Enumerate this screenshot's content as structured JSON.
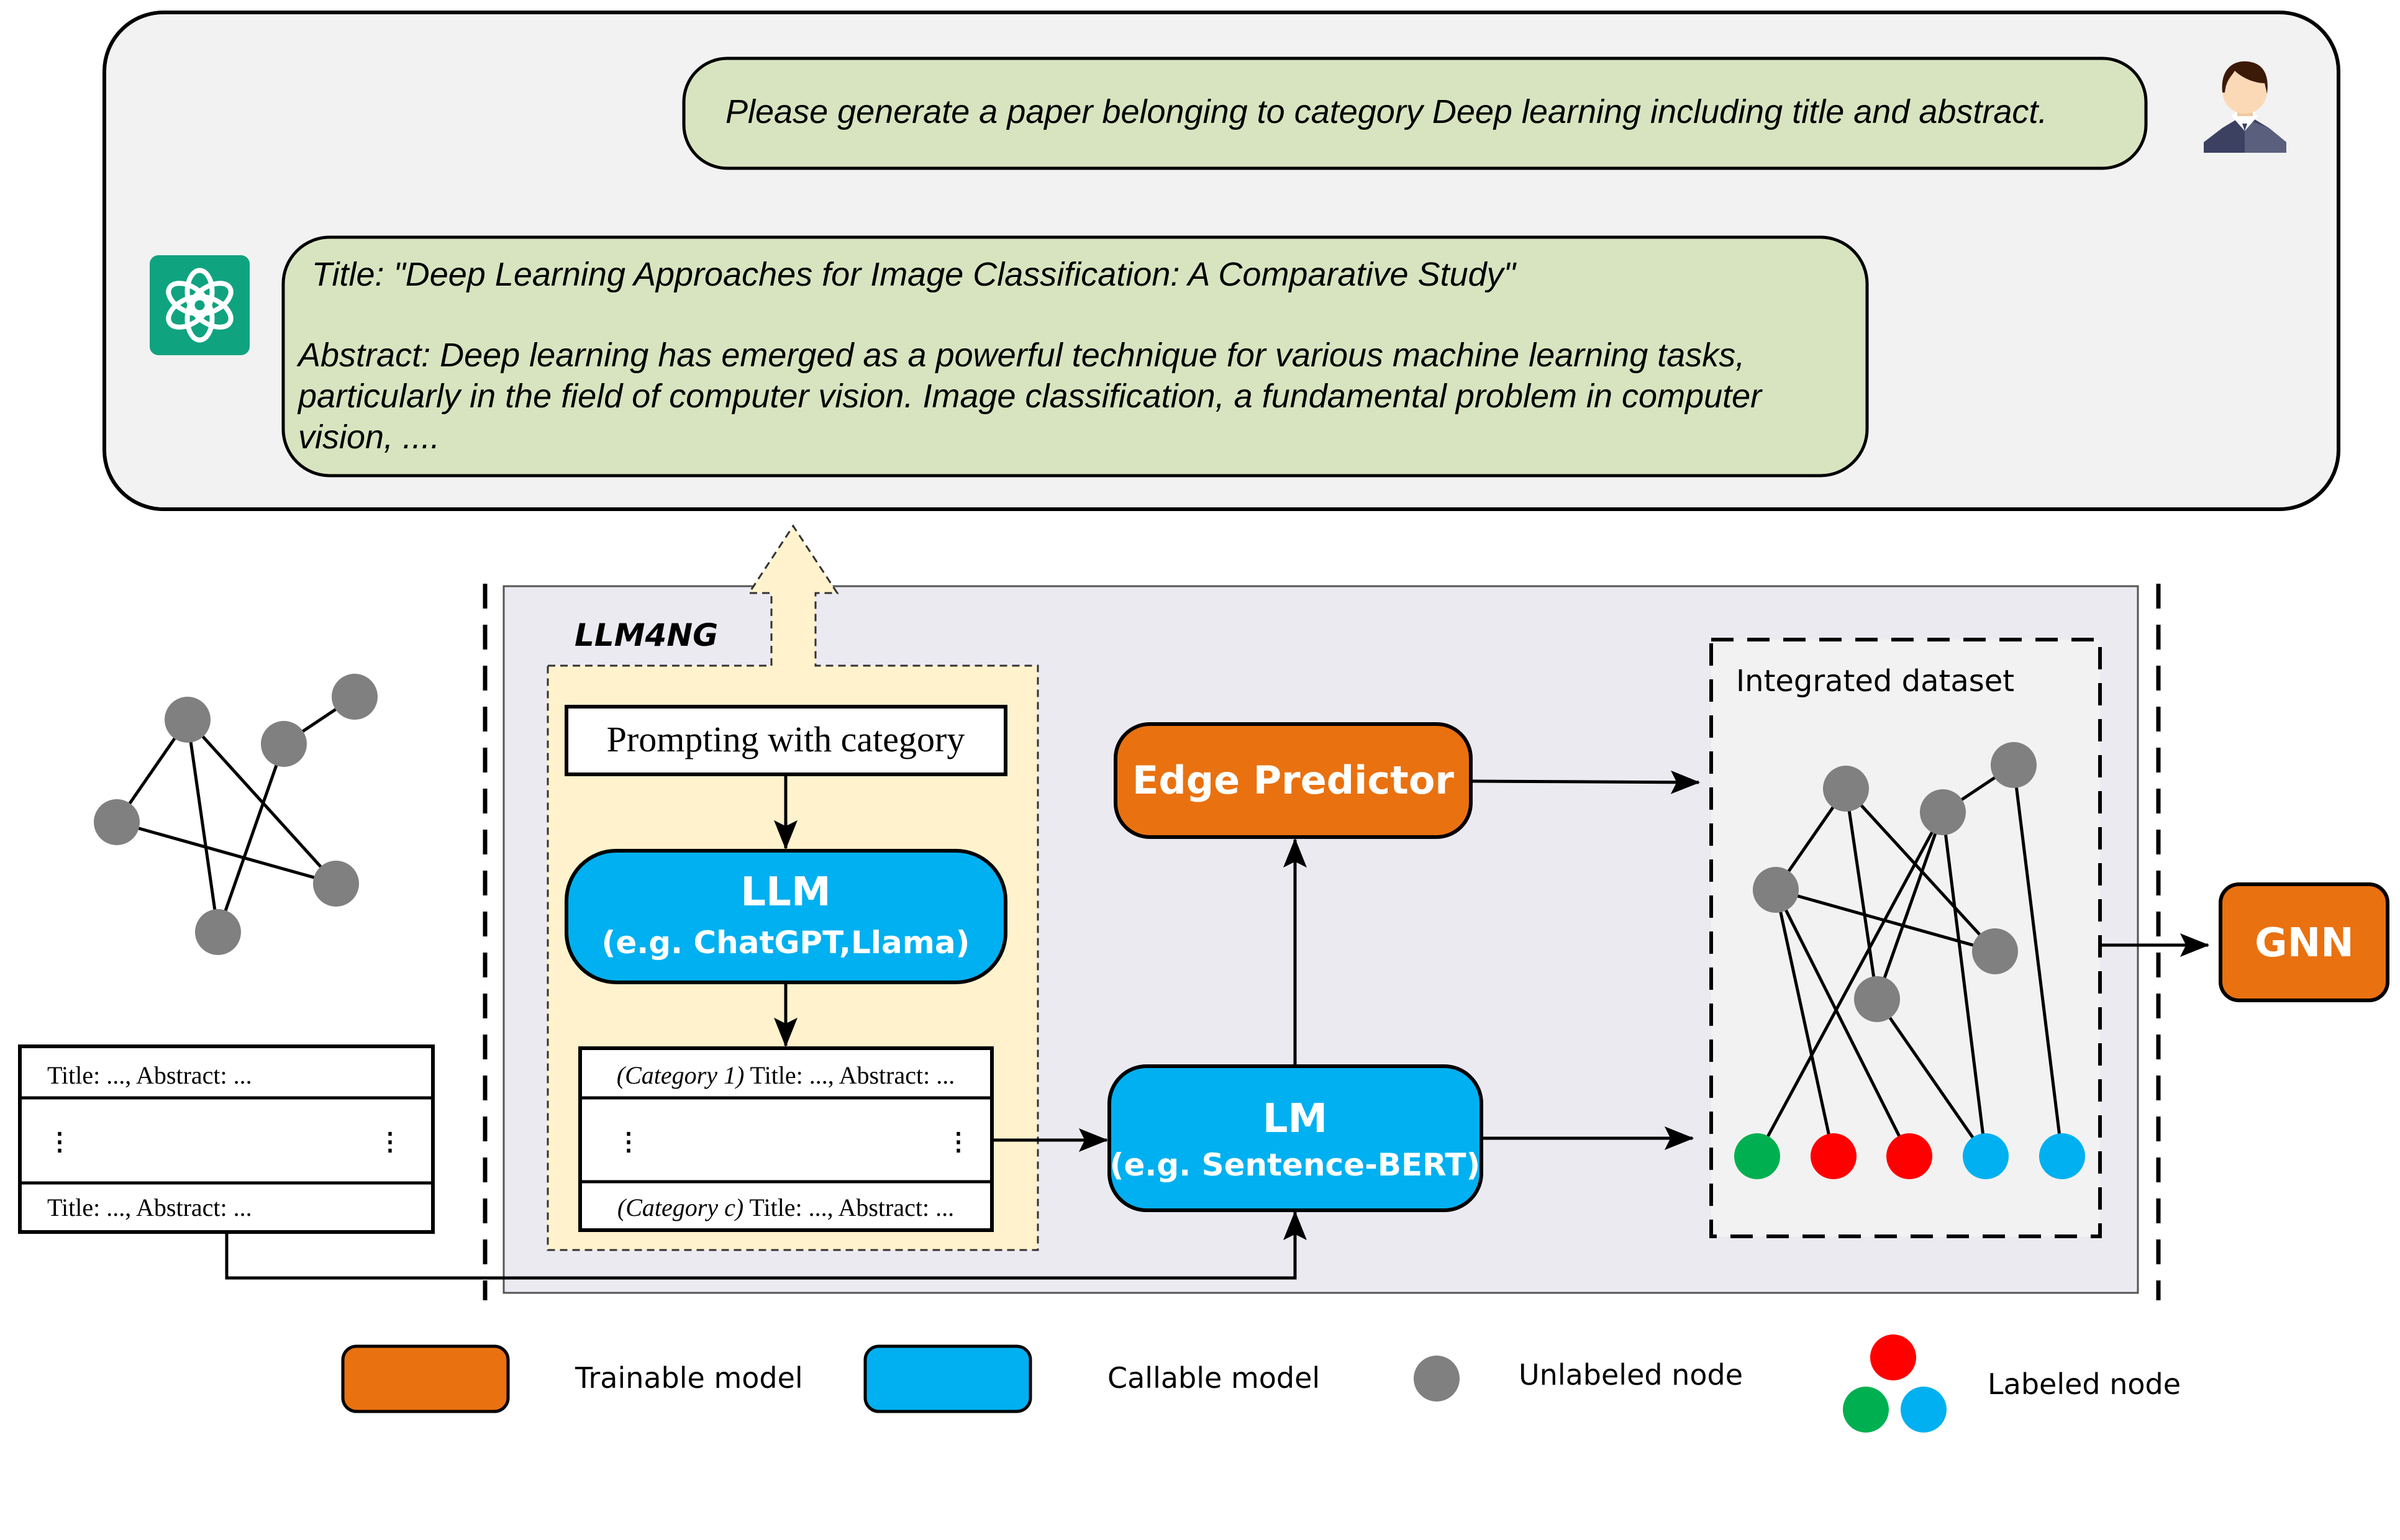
{
  "chat": {
    "user_prompt": "Please generate a paper belonging to category Deep learning including title and abstract.",
    "assistant_title": "Title: \"Deep Learning Approaches for Image Classification: A Comparative Study\"",
    "assistant_abstract_lines": [
      "Abstract: Deep learning has emerged as a powerful technique for various machine learning tasks,",
      "particularly in the field of computer vision. Image classification, a fundamental problem in computer",
      "vision, ...."
    ],
    "user_icon": "user-avatar-icon",
    "assistant_icon": "chatgpt-logo-icon"
  },
  "framework": {
    "name": "LLM4NG",
    "prompt_box": "Prompting with category",
    "llm_box": {
      "title": "LLM",
      "subtitle": "(e.g. ChatGPT,Llama)"
    },
    "generated_table": {
      "rows": [
        {
          "category": "(Category 1)",
          "text": " Title: ..., Abstract: ..."
        },
        {
          "category": "(Category c)",
          "text": " Title: ..., Abstract: ..."
        }
      ],
      "ellipsis": "⋮"
    },
    "edge_predictor": "Edge Predictor",
    "lm_box": {
      "title": "LM",
      "subtitle": "(e.g. Sentence-BERT)"
    },
    "integrated_dataset": "Integrated dataset"
  },
  "original_data": {
    "rows": [
      "Title: ..., Abstract: ...",
      "Title: ..., Abstract: ..."
    ],
    "ellipsis": "⋮"
  },
  "gnn": "GNN",
  "legend": [
    {
      "label": "Trainable model",
      "swatch": "rounded-rect",
      "color": "#E97110"
    },
    {
      "label": "Callable model",
      "swatch": "rounded-rect",
      "color": "#00B0F0"
    },
    {
      "label": "Unlabeled node",
      "swatch": "circle",
      "color": "#808080"
    },
    {
      "label": "Labeled node",
      "swatch": "circle-group",
      "colors": [
        "#FF0000",
        "#00B050",
        "#00B0F0"
      ]
    }
  ],
  "colors": {
    "trainable": "#E97110",
    "callable": "#00B0F0",
    "unlabeled": "#808080",
    "label_red": "#FF0000",
    "label_green": "#00B050",
    "label_blue": "#00B0F0",
    "chat_bubble": "#D8E4BF",
    "chat_panel": "#F2F2F2",
    "framework_panel": "#ECEAF1",
    "generation_panel": "#FFF2CC",
    "dataset_panel": "#F2F2F2",
    "gpt_green": "#10A37F"
  },
  "input_graph": {
    "nodes": [
      "n1",
      "n2",
      "n3",
      "n4",
      "n5",
      "n6"
    ],
    "edges": [
      [
        "n1",
        "n4"
      ],
      [
        "n1",
        "n6"
      ],
      [
        "n1",
        "n5"
      ],
      [
        "n3",
        "n2"
      ],
      [
        "n3",
        "n6"
      ],
      [
        "n4",
        "n5"
      ]
    ]
  },
  "integrated_graph": {
    "unlabeled_nodes": [
      "A",
      "B",
      "C",
      "D",
      "E",
      "F"
    ],
    "labeled_nodes": [
      {
        "id": "L1",
        "class": "green"
      },
      {
        "id": "L2",
        "class": "red"
      },
      {
        "id": "L3",
        "class": "red"
      },
      {
        "id": "L4",
        "class": "blue"
      },
      {
        "id": "L5",
        "class": "blue"
      }
    ],
    "edges": [
      [
        "A",
        "D"
      ],
      [
        "A",
        "F"
      ],
      [
        "A",
        "E"
      ],
      [
        "B",
        "C"
      ],
      [
        "B",
        "L1"
      ],
      [
        "B",
        "F"
      ],
      [
        "B",
        "L4"
      ],
      [
        "C",
        "L5"
      ],
      [
        "D",
        "E"
      ],
      [
        "D",
        "L2"
      ],
      [
        "D",
        "L3"
      ],
      [
        "F",
        "L4"
      ]
    ]
  }
}
